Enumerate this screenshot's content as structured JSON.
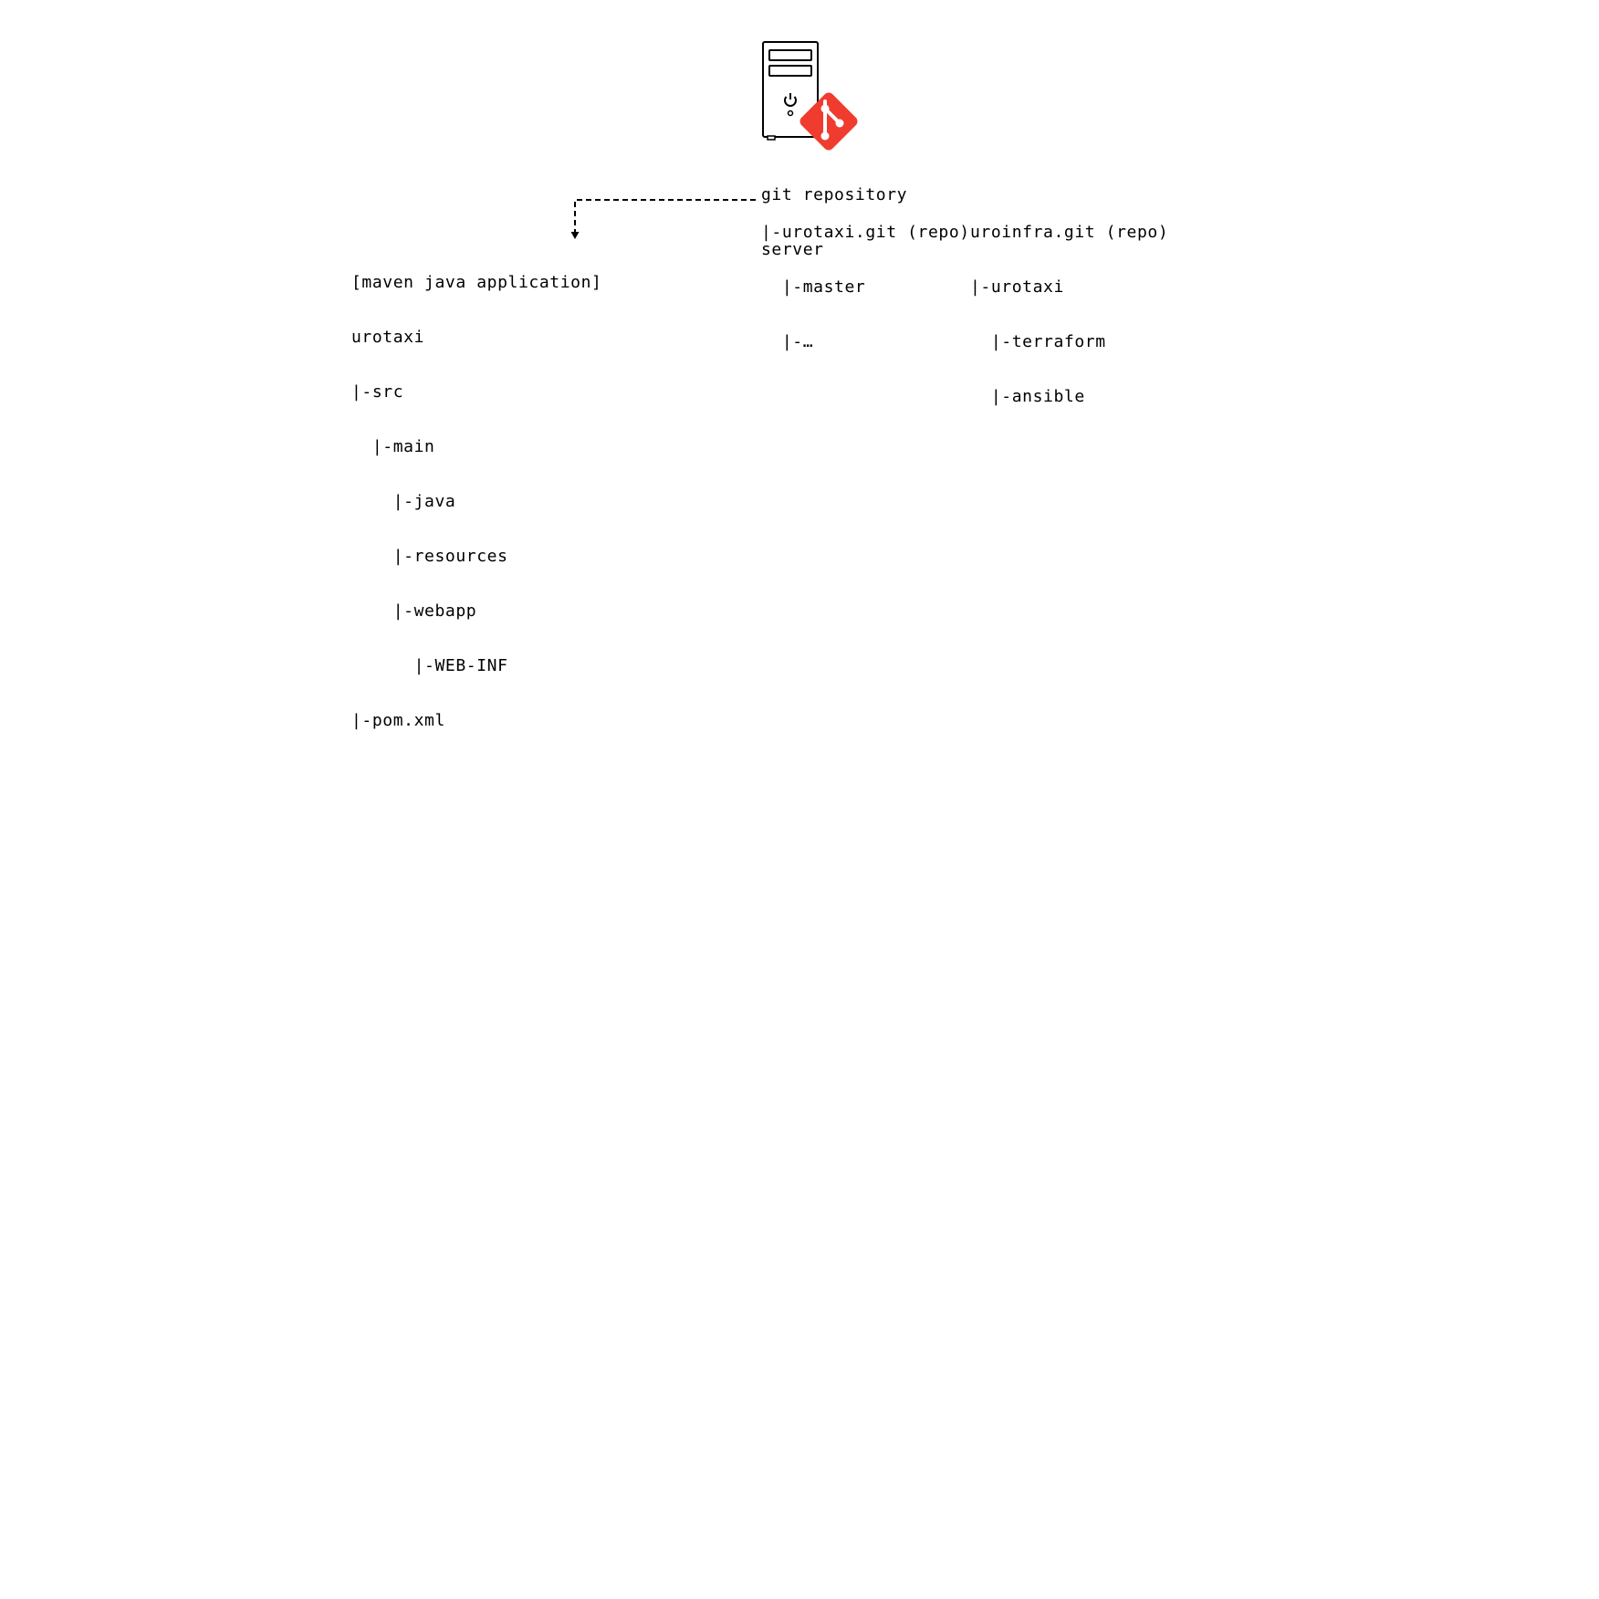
{
  "server": {
    "label_lines": [
      "git repository",
      "server"
    ],
    "repo1_lines": [
      "|-urotaxi.git (repo)",
      "  |-master",
      "  |-…"
    ],
    "repo2_lines": [
      "uroinfra.git (repo)",
      "|-urotaxi",
      "  |-terraform",
      "  |-ansible"
    ]
  },
  "app": {
    "lines": [
      "[maven java application]",
      "urotaxi",
      "|-src",
      "  |-main",
      "    |-java",
      "    |-resources",
      "    |-webapp",
      "      |-WEB-INF",
      "|-pom.xml"
    ]
  },
  "icons": {
    "server": "server-tower-icon",
    "git": "git-logo-icon",
    "git_color": "#f03c2e"
  }
}
